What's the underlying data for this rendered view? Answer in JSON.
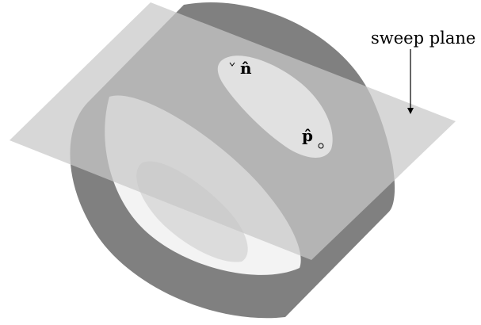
{
  "annotations": {
    "sweep_plane_label": "sweep plane",
    "normal_vector_label": "n̂",
    "point_vector_label": "p̂"
  },
  "colors": {
    "cylinder_dark": "#808080",
    "plane": "#cfcfcf",
    "hole_light": "#e1e1e1",
    "cut_white": "#f3f3f3",
    "arrow": "#000000"
  }
}
